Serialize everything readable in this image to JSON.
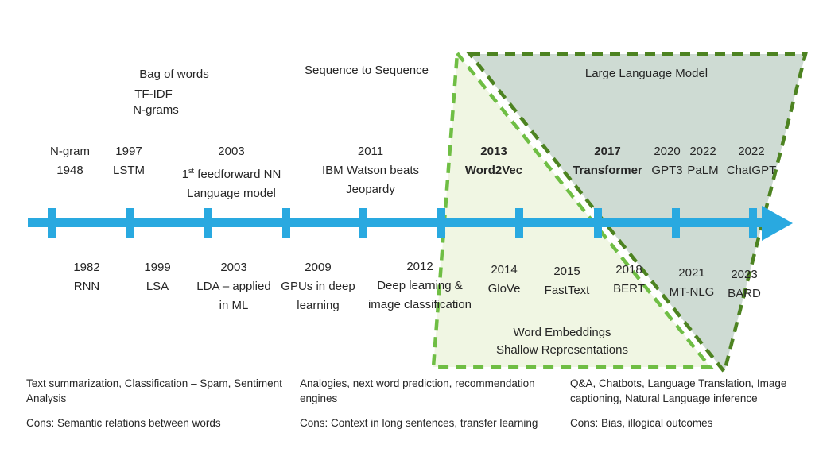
{
  "colors": {
    "timeline": "#29A9E0",
    "tri_light_fill": "#F0F6E3",
    "tri_light_stroke": "#6FBE44",
    "tri_dark_fill": "#CEDBD3",
    "tri_dark_stroke": "#4D8321",
    "text": "#262626"
  },
  "top_labels": {
    "bag_of_words": "Bag of words",
    "tfidf": "TF-IDF",
    "ngrams": "N-grams",
    "seq2seq": "Sequence to Sequence",
    "llm": "Large Language Model"
  },
  "events_above": [
    {
      "lines": [
        "N-gram",
        "1948"
      ]
    },
    {
      "lines": [
        "1997",
        "LSTM"
      ]
    },
    {
      "lines": [
        "2003",
        [
          "1",
          "st",
          " feedforward NN"
        ],
        "Language model"
      ]
    },
    {
      "lines": [
        "2011",
        "IBM Watson beats",
        "Jeopardy"
      ]
    },
    {
      "lines": [
        "2013",
        "Word2Vec"
      ],
      "bold": true
    },
    {
      "lines": [
        "2017",
        "Transformer"
      ],
      "bold": true
    },
    {
      "lines": [
        "2020",
        "GPT3"
      ]
    },
    {
      "lines": [
        "2022",
        "PaLM"
      ]
    },
    {
      "lines": [
        "2022",
        "ChatGPT"
      ]
    }
  ],
  "events_below": [
    {
      "lines": [
        "1982",
        "RNN"
      ]
    },
    {
      "lines": [
        "1999",
        "LSA"
      ]
    },
    {
      "lines": [
        "2003",
        "LDA – applied",
        "in ML"
      ]
    },
    {
      "lines": [
        "2009",
        "GPUs in deep",
        "learning"
      ]
    },
    {
      "lines": [
        "2012",
        "Deep learning &",
        "image classification"
      ]
    },
    {
      "lines": [
        "2014",
        "GloVe"
      ]
    },
    {
      "lines": [
        "2015",
        "FastText"
      ]
    },
    {
      "lines": [
        "2018",
        "BERT"
      ]
    },
    {
      "lines": [
        "2021",
        "MT-NLG"
      ]
    },
    {
      "lines": [
        "2023",
        "BARD"
      ]
    }
  ],
  "era_labels": {
    "word_embeddings": "Word Embeddings",
    "shallow_representations": "Shallow Representations"
  },
  "footnotes": [
    {
      "uses": "Text summarization, Classification – Spam, Sentiment Analysis",
      "cons": "Cons: Semantic relations between words"
    },
    {
      "uses": "Analogies, next word prediction, recommendation engines",
      "cons": "Cons: Context in long sentences, transfer learning"
    },
    {
      "uses": "Q&A, Chatbots, Language Translation, Image captioning, Natural Language inference",
      "cons": "Cons: Bias, illogical outcomes"
    }
  ]
}
